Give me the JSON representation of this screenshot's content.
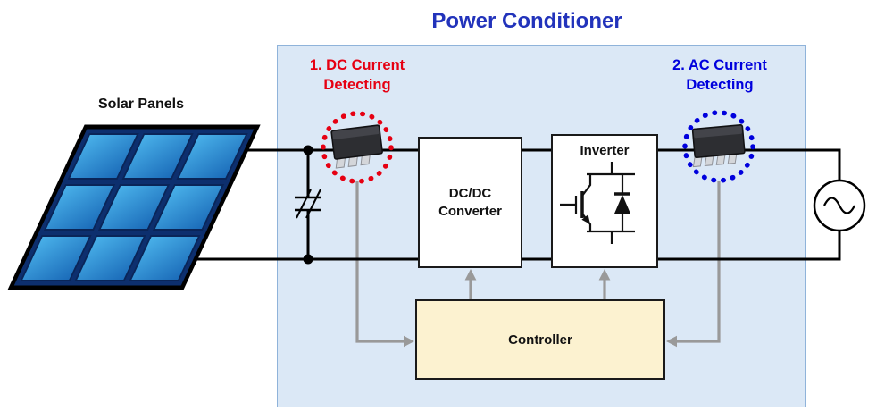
{
  "title": "Power Conditioner",
  "labels": {
    "solar_panels": "Solar Panels",
    "dc_detecting_line1": "1. DC Current",
    "dc_detecting_line2": "Detecting",
    "ac_detecting_line1": "2. AC Current",
    "ac_detecting_line2": "Detecting",
    "dcdc_line1": "DC/DC",
    "dcdc_line2": "Converter",
    "inverter": "Inverter",
    "controller": "Controller"
  },
  "icons": {
    "dc_sensor": "current-sensor-chip-icon",
    "ac_sensor": "current-sensor-chip-icon",
    "ac_source": "ac-source-sine-icon",
    "inverter_symbol": "igbt-with-diode-icon",
    "dc_link": "capacitor-symbol-icon",
    "solar": "solar-panel-icon"
  },
  "colors": {
    "title_blue": "#2233bb",
    "dc_red": "#e60012",
    "ac_blue": "#0000dd",
    "container_fill": "#dbe8f6",
    "container_border": "#8fb3da",
    "controller_fill": "#fcf2d0",
    "wire": "#000000",
    "arrow_gray": "#999999"
  }
}
